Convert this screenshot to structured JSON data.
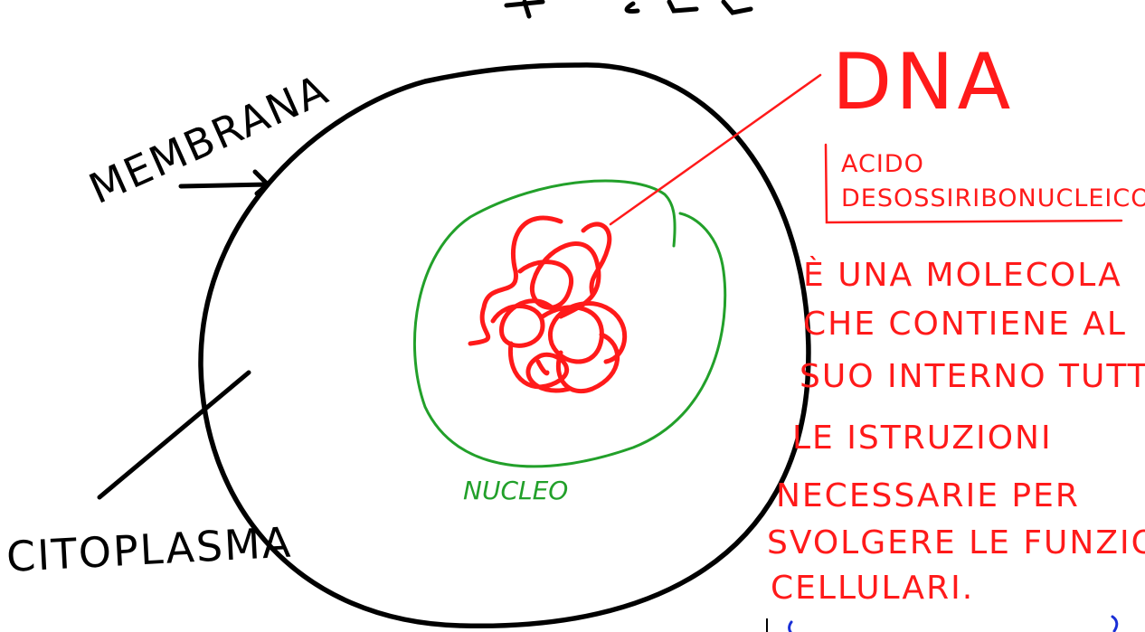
{
  "title_partial": "A CELLULA",
  "labels": {
    "membrana": "MEMBRANA",
    "citoplasma": "CITOPLASMA",
    "nucleo": "NUCLEO",
    "dna": "DNA",
    "acronym": [
      "ACIDO",
      "DESOSSIRIBONUCLEICO"
    ],
    "description": [
      "È UNA MOLECOLA",
      "CHE CONTIENE AL",
      "SUO INTERNO TUTTE",
      "LE ISTRUZIONI",
      "NECESSARIE PER",
      "SVOLGERE LE FUNZIONI",
      "CELLULARI."
    ]
  },
  "colors": {
    "membrane": "#000000",
    "nucleus": "#22a02a",
    "dna": "#ff1a1a",
    "text_black": "#000000",
    "text_red": "#ff1a1a",
    "text_blue": "#1a2fd6"
  }
}
